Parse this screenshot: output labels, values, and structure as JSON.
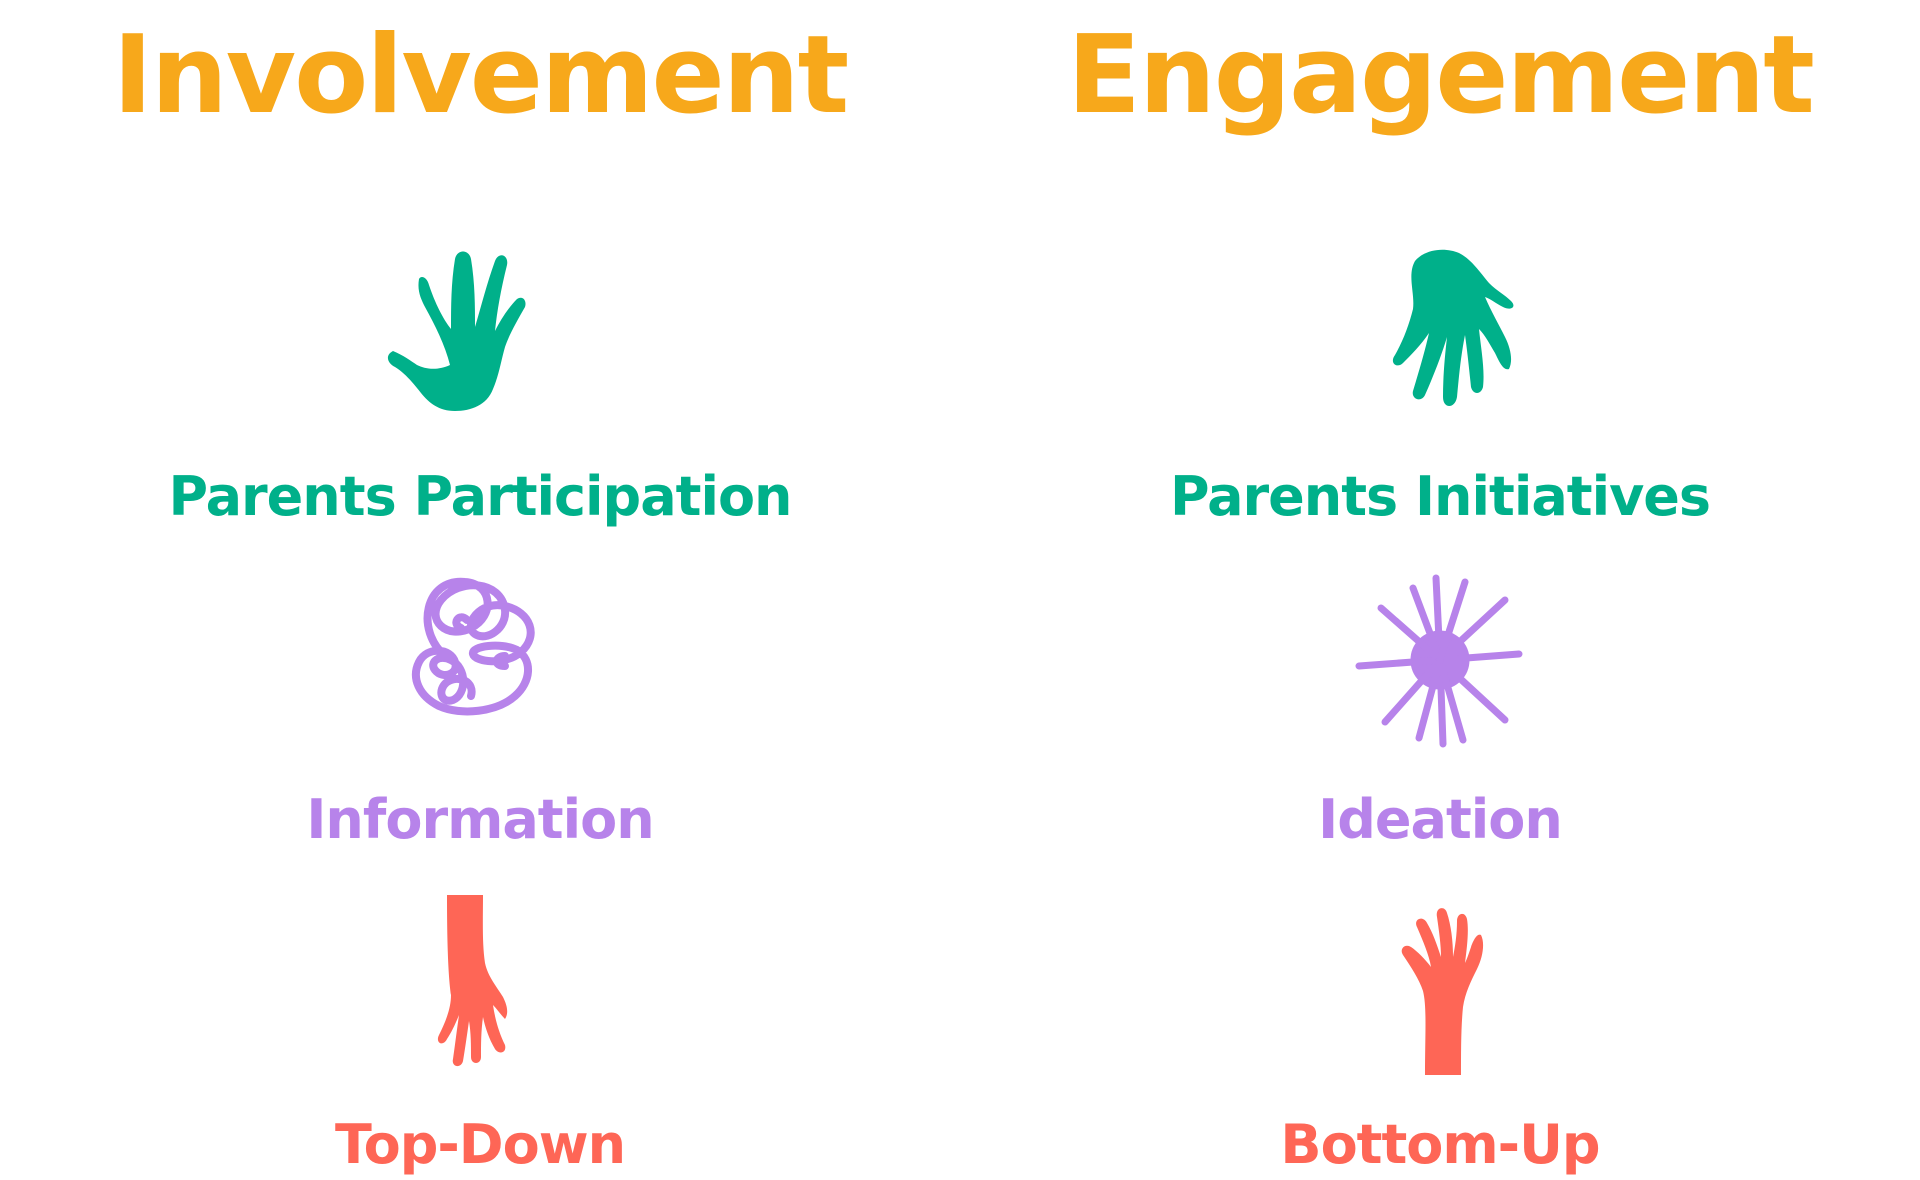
{
  "colors": {
    "title": "#F7A81B",
    "green": "#00B08A",
    "purple": "#B783EA",
    "coral": "#FE6656"
  },
  "left": {
    "title": "Involvement",
    "items": [
      {
        "label": "Parents Participation",
        "icon": "open-hand-up-icon"
      },
      {
        "label": "Information",
        "icon": "tangled-scribble-icon"
      },
      {
        "label": "Top-Down",
        "icon": "hand-pointing-down-icon"
      }
    ]
  },
  "right": {
    "title": "Engagement",
    "items": [
      {
        "label": "Parents Initiatives",
        "icon": "hand-reaching-down-icon"
      },
      {
        "label": "Ideation",
        "icon": "starburst-idea-icon"
      },
      {
        "label": "Bottom-Up",
        "icon": "raised-hand-up-icon"
      }
    ]
  }
}
